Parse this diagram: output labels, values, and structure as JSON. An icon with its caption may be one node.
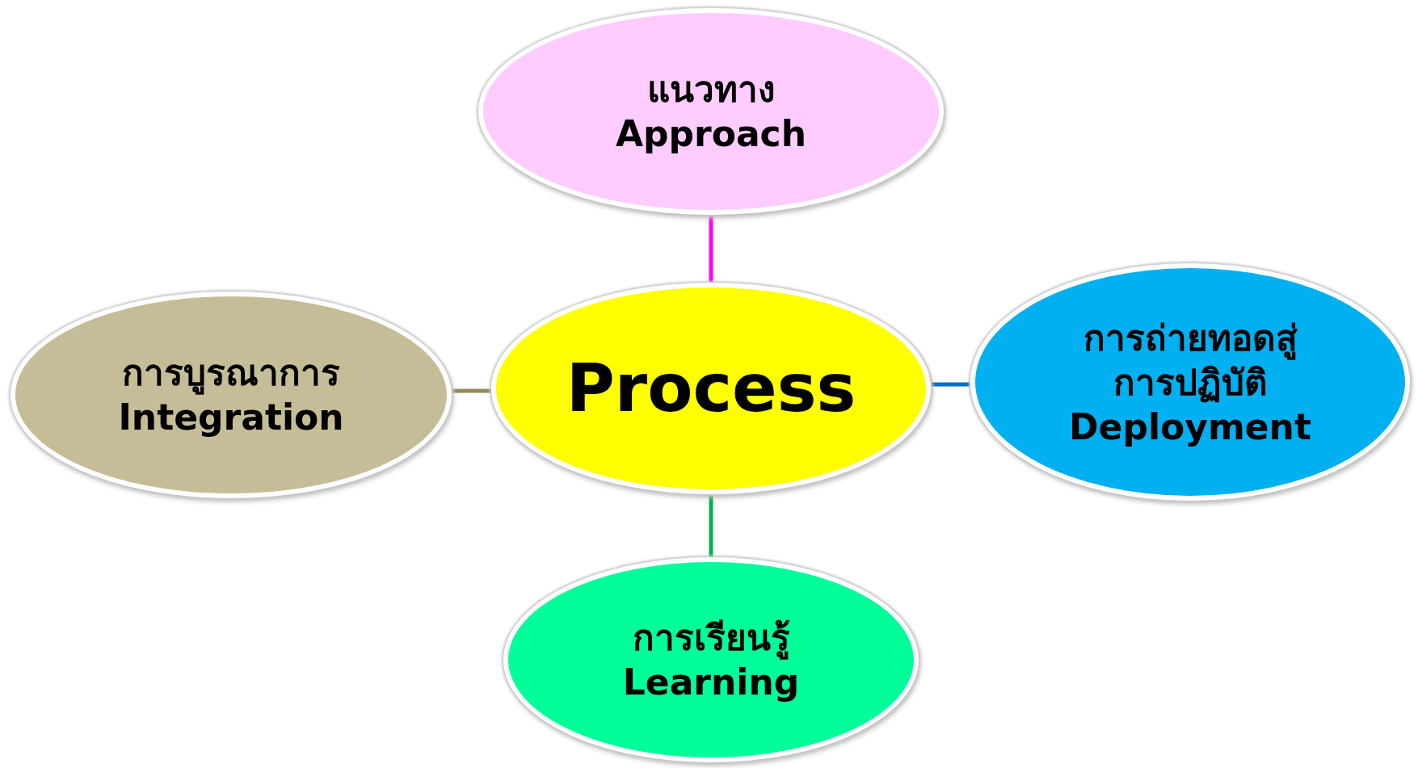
{
  "diagram": {
    "nodes": [
      {
        "text": [
          "Process"
        ]
      },
      {
        "text": [
          "แนวทาง",
          "Approach"
        ]
      },
      {
        "text": [
          "การบูรณาการ",
          "Integration"
        ]
      },
      {
        "text": [
          "การถ่ายทอดสู่การปฏิบัติ",
          "Deployment"
        ]
      },
      {
        "text": [
          "การเรียนรู้",
          "Learning"
        ]
      }
    ],
    "edges": [
      {
        "from": 0,
        "to": 1,
        "arrow": "none",
        "color": "#ff00ff"
      },
      {
        "from": 0,
        "to": 2,
        "arrow": "none",
        "color": "#948a54"
      },
      {
        "from": 0,
        "to": 3,
        "arrow": "none",
        "color": "#0070c0"
      },
      {
        "from": 0,
        "to": 4,
        "arrow": "none",
        "color": "#00b050"
      }
    ]
  }
}
